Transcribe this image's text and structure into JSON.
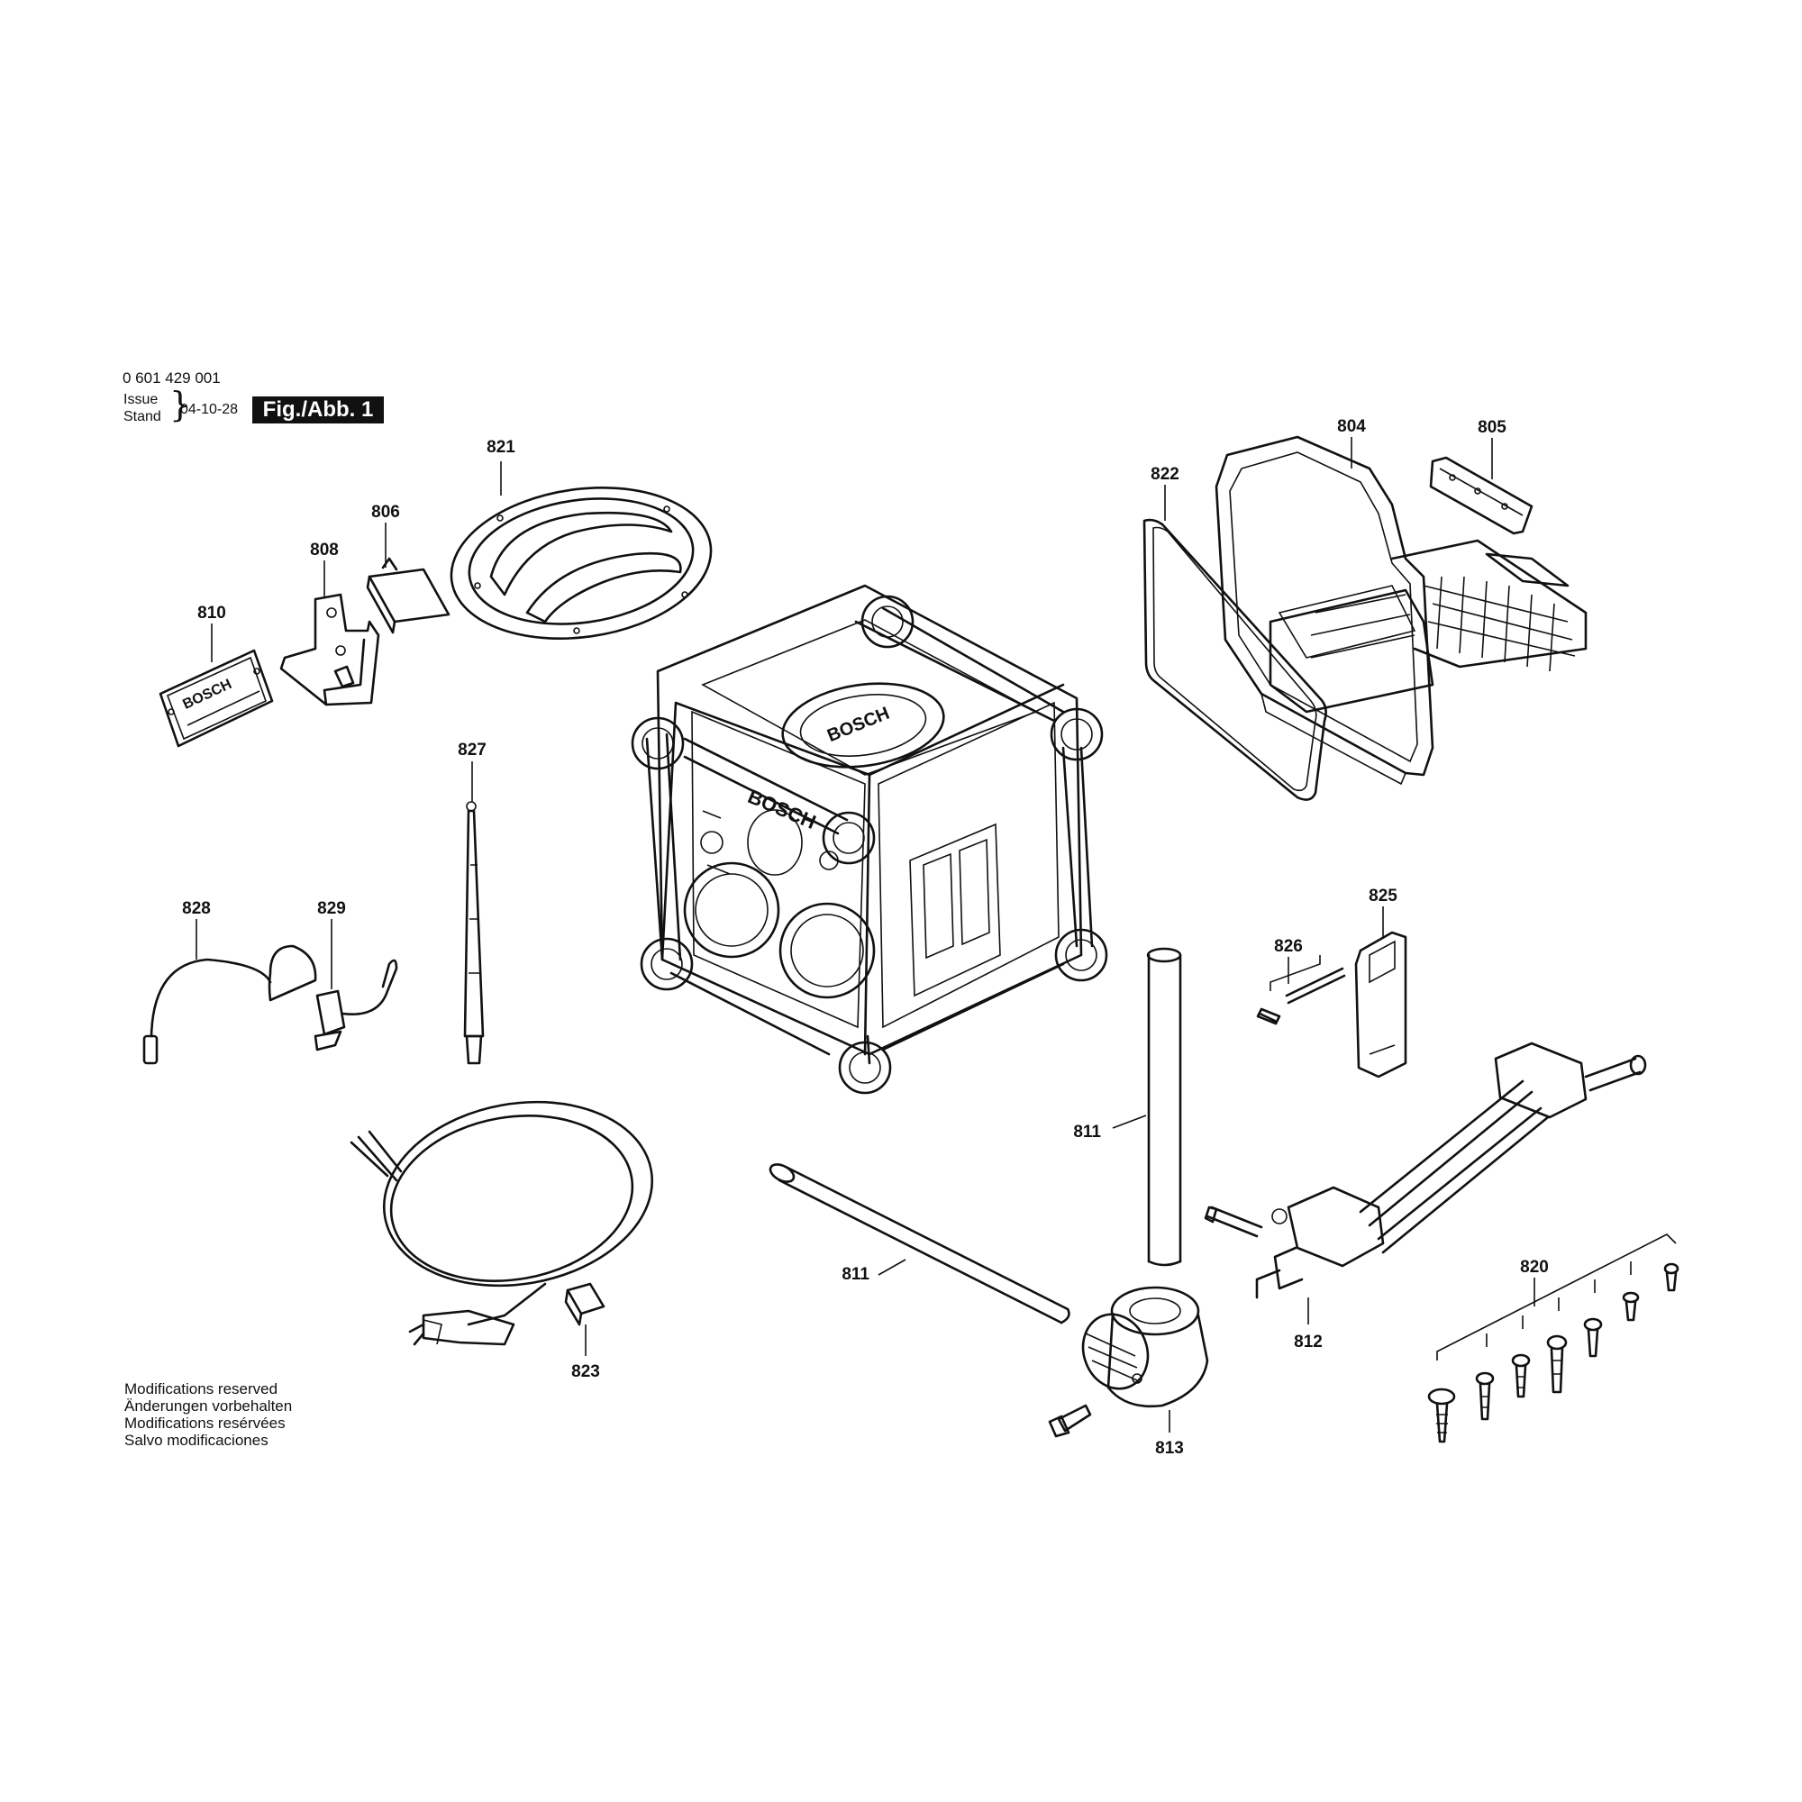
{
  "header": {
    "doc_number": "0 601 429 001",
    "issue_label_line1": "Issue",
    "issue_label_line2": "Stand",
    "brace": "}",
    "issue_date": "04-10-28",
    "figure_label": "Fig./Abb. 1"
  },
  "notes": [
    "Modifications reserved",
    "Änderungen vorbehalten",
    "Modifications resérvées",
    "Salvo modificaciones"
  ],
  "brand_mark": "BOSCH",
  "callouts": {
    "c804": "804",
    "c805": "805",
    "c806": "806",
    "c808": "808",
    "c810": "810",
    "c811a": "811",
    "c811b": "811",
    "c812": "812",
    "c813": "813",
    "c820": "820",
    "c821": "821",
    "c822": "822",
    "c823": "823",
    "c825": "825",
    "c826": "826",
    "c827": "827",
    "c828": "828",
    "c829": "829"
  }
}
